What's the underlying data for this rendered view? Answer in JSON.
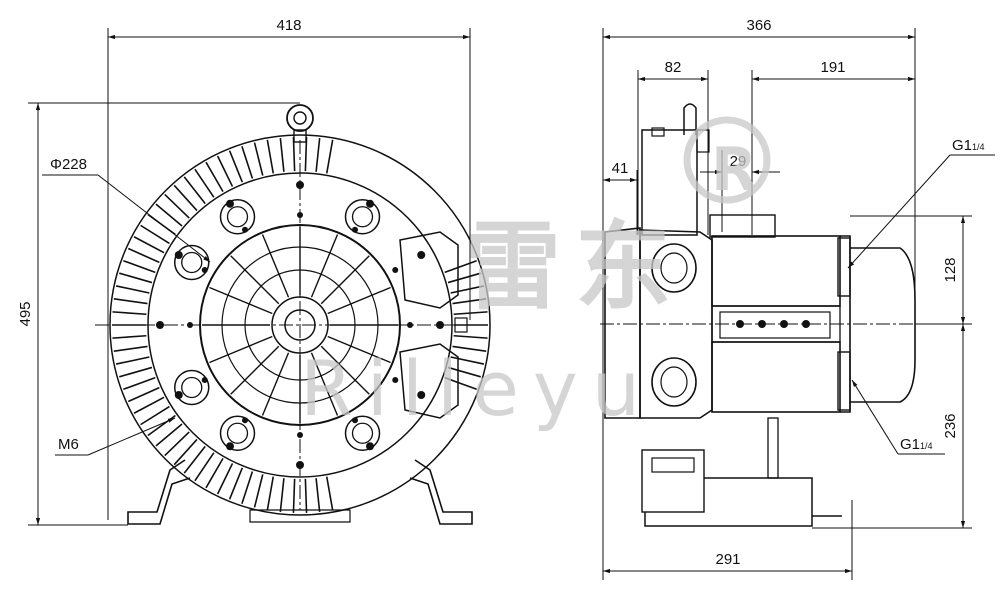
{
  "front_view": {
    "width_dim": "418",
    "height_dim": "495",
    "diameter_label": "Φ228",
    "bolt_label": "M6"
  },
  "side_view": {
    "overall_width_dim": "366",
    "box_width_dim": "82",
    "right_offset_dim": "191",
    "left_offset_dim": "41",
    "gap_dim": "29",
    "upper_port_label": "G1",
    "upper_port_sub": "1/4",
    "lower_port_label": "G1",
    "lower_port_sub": "1/4",
    "upper_height_dim": "128",
    "lower_height_dim": "236",
    "base_width_dim": "291"
  },
  "watermark": {
    "chinese": "雷",
    "chinese2": "东",
    "latin": "Rilleyu",
    "registered": "®"
  },
  "colors": {
    "line": "#111111",
    "watermark": "#c8c8c8"
  }
}
